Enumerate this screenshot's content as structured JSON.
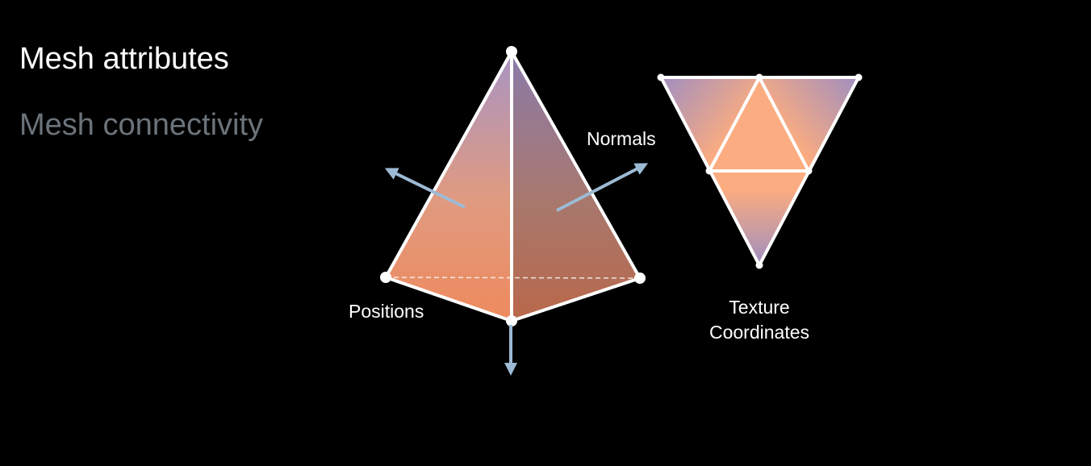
{
  "bullets": {
    "active": "Mesh attributes",
    "inactive": "Mesh connectivity"
  },
  "labels": {
    "normals": "Normals",
    "positions": "Positions",
    "texture_line1": "Texture",
    "texture_line2": "Coordinates"
  },
  "colors": {
    "background": "#000000",
    "active_text": "#ffffff",
    "inactive_text": "#6b737b",
    "arrow": "#9dbad4",
    "orange": "#fbac80",
    "purple": "#9f8ec0"
  }
}
